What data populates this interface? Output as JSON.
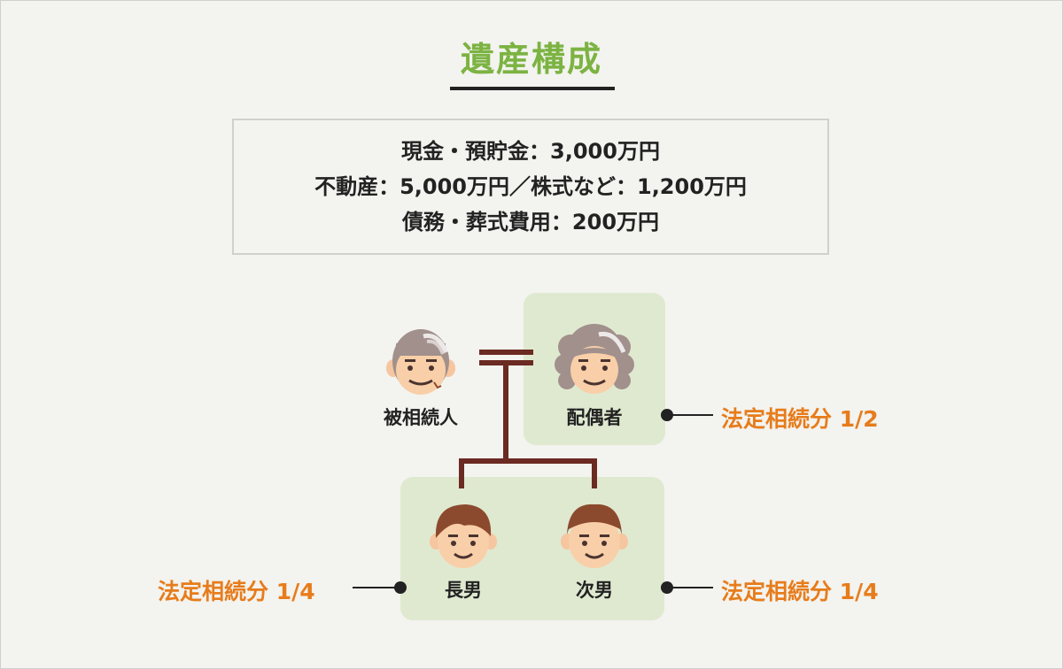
{
  "title": "遺産構成",
  "assets": [
    "現金・預貯金：3,000万円",
    "不動産：5,000万円／株式など：1,200万円",
    "債務・葬式費用：200万円"
  ],
  "people": {
    "deceased": "被相続人",
    "spouse": "配偶者",
    "eldest_son": "長男",
    "second_son": "次男"
  },
  "shares": {
    "spouse": "法定相続分 1/2",
    "eldest_son": "法定相続分 1/4",
    "second_son": "法定相続分 1/4"
  },
  "colors": {
    "title": "#7cb342",
    "share": "#e77c1b",
    "highlight": "#dfe9d0",
    "lineage": "#6b2a22"
  },
  "icons": [
    "elderly-man-icon",
    "elderly-woman-icon",
    "young-man-icon",
    "young-man-icon"
  ]
}
